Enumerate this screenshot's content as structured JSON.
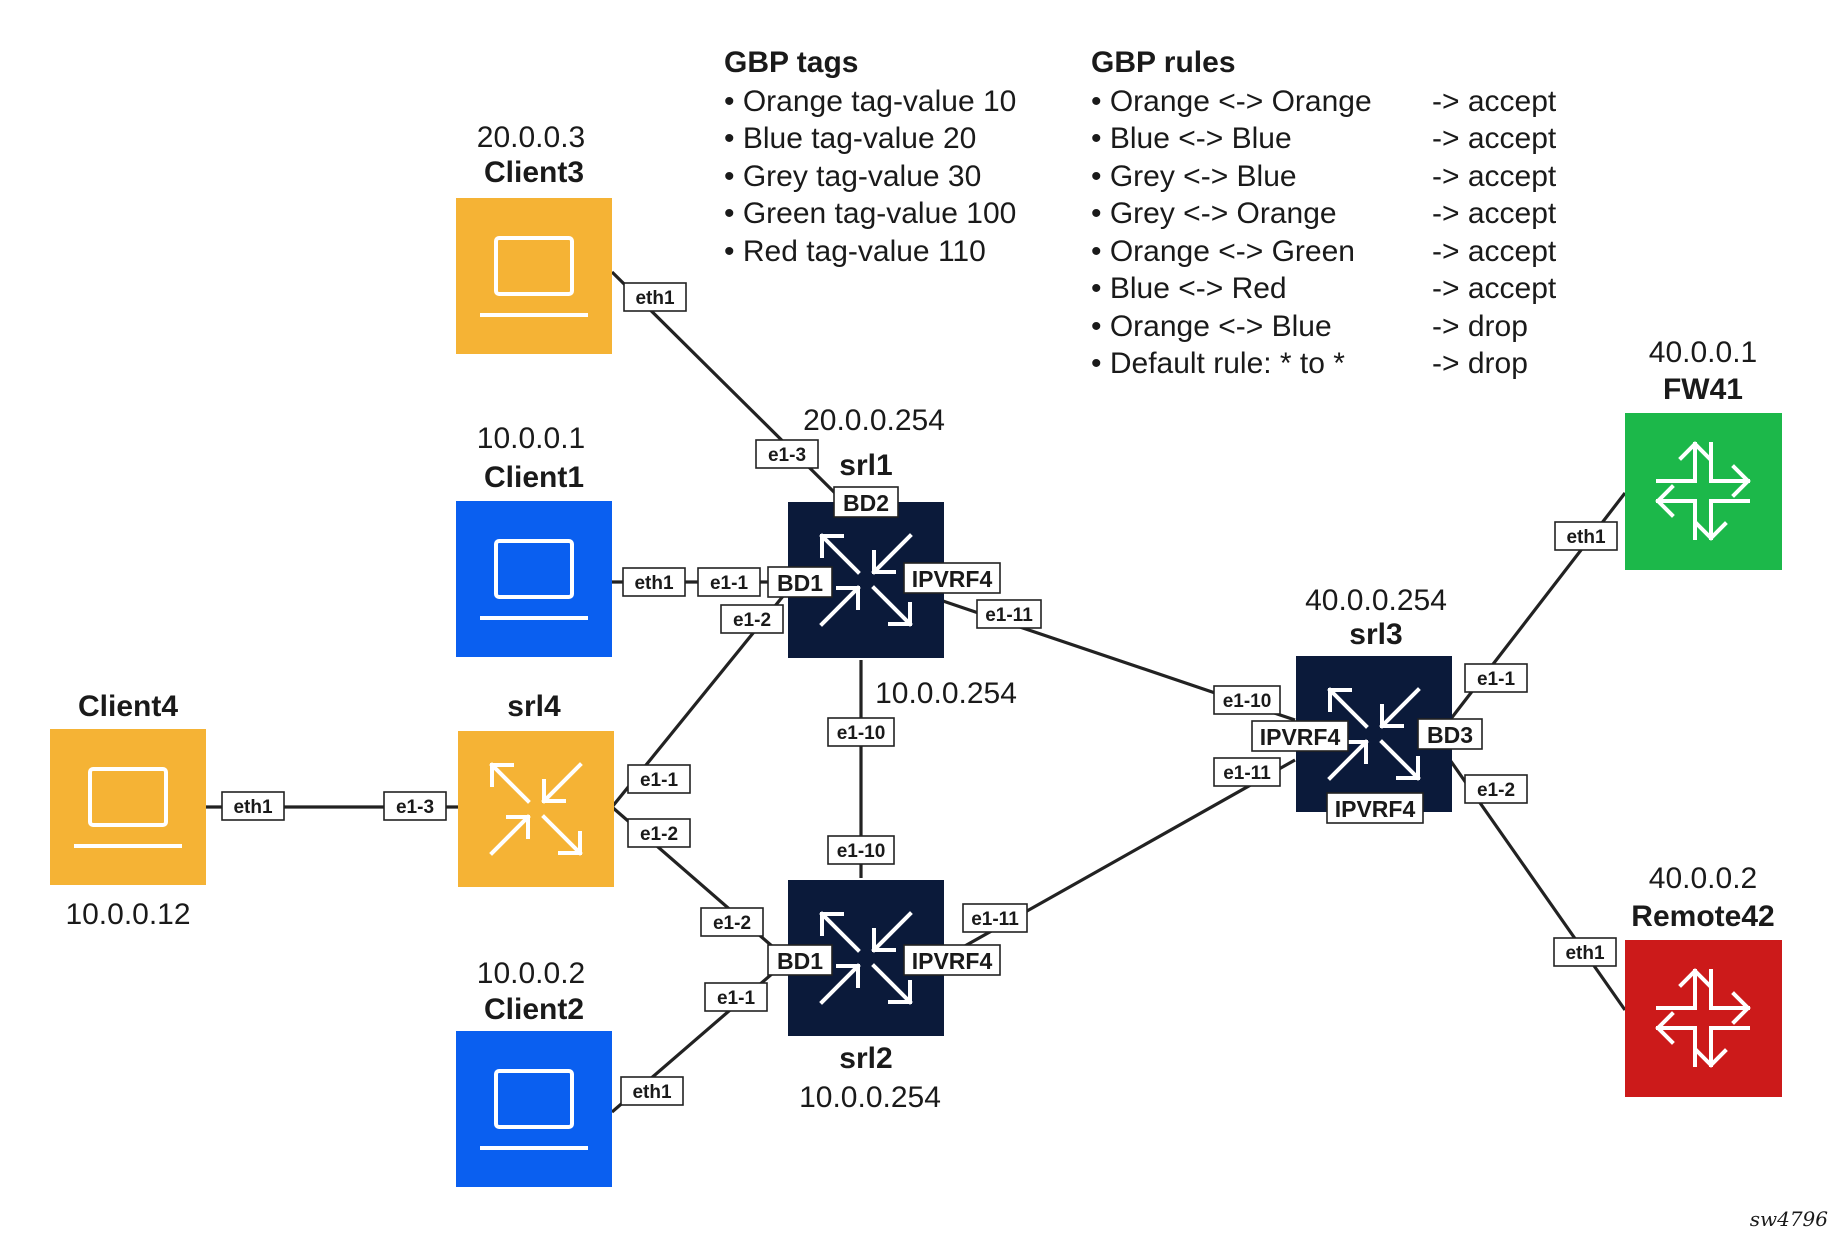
{
  "colors": {
    "orange": "#f5b335",
    "blue": "#0a5ff0",
    "navy": "#0b1a3a",
    "green": "#1cb84a",
    "red": "#cc1a1a"
  },
  "gbp_tags": {
    "title": "GBP tags",
    "items": [
      "• Orange tag-value 10",
      "• Blue tag-value 20",
      "• Grey tag-value 30",
      "• Green tag-value 100",
      "• Red tag-value 110"
    ]
  },
  "gbp_rules": {
    "title": "GBP rules",
    "rules": [
      {
        "match": "• Orange <-> Orange",
        "action": "-> accept"
      },
      {
        "match": "• Blue <-> Blue",
        "action": "-> accept"
      },
      {
        "match": "• Grey <-> Blue",
        "action": "-> accept"
      },
      {
        "match": "• Grey <-> Orange",
        "action": "-> accept"
      },
      {
        "match": "• Orange <-> Green",
        "action": "-> accept"
      },
      {
        "match": "• Blue <-> Red",
        "action": "-> accept"
      },
      {
        "match": "• Orange <-> Blue",
        "action": "-> drop"
      },
      {
        "match": "• Default rule: * to *",
        "action": "-> drop"
      }
    ]
  },
  "nodes": {
    "client3": {
      "name": "Client3",
      "ip": "20.0.0.3",
      "icon": "laptop-icon",
      "color": "orange"
    },
    "client1": {
      "name": "Client1",
      "ip": "10.0.0.1",
      "icon": "laptop-icon",
      "color": "blue"
    },
    "client2": {
      "name": "Client2",
      "ip": "10.0.0.2",
      "icon": "laptop-icon",
      "color": "blue"
    },
    "client4": {
      "name": "Client4",
      "ip": "10.0.0.12",
      "icon": "laptop-icon",
      "color": "orange"
    },
    "srl4": {
      "name": "srl4",
      "icon": "switch-icon",
      "color": "orange"
    },
    "srl1": {
      "name": "srl1",
      "ip": "20.0.0.254",
      "ip2": "10.0.0.254",
      "icon": "switch-icon",
      "color": "navy"
    },
    "srl2": {
      "name": "srl2",
      "ip": "10.0.0.254",
      "icon": "switch-icon",
      "color": "navy"
    },
    "srl3": {
      "name": "srl3",
      "ip": "40.0.0.254",
      "icon": "switch-icon",
      "color": "navy"
    },
    "fw41": {
      "name": "FW41",
      "ip": "40.0.0.1",
      "icon": "router-icon",
      "color": "green"
    },
    "remote42": {
      "name": "Remote42",
      "ip": "40.0.0.2",
      "icon": "router-icon",
      "color": "red"
    }
  },
  "ports": {
    "client3_eth1": "eth1",
    "srl1_e1_3": "e1-3",
    "client1_eth1": "eth1",
    "srl1_e1_1": "e1-1",
    "srl1_e1_2": "e1-2",
    "srl1_e1_11": "e1-11",
    "srl1_e1_10": "e1-10",
    "client4_eth1": "eth1",
    "srl4_e1_3": "e1-3",
    "srl4_e1_1": "e1-1",
    "srl4_e1_2": "e1-2",
    "srl2_e1_10": "e1-10",
    "srl2_e1_2": "e1-2",
    "srl2_e1_1": "e1-1",
    "srl2_e1_11": "e1-11",
    "client2_eth1": "eth1",
    "srl3_e1_10": "e1-10",
    "srl3_e1_11": "e1-11",
    "srl3_e1_1": "e1-1",
    "srl3_e1_2": "e1-2",
    "fw41_eth1": "eth1",
    "remote42_eth1": "eth1"
  },
  "instances": {
    "srl1_bd2": "BD2",
    "srl1_bd1": "BD1",
    "srl1_ipvrf4": "IPVRF4",
    "srl2_bd1": "BD1",
    "srl2_ipvrf4": "IPVRF4",
    "srl3_ipvrf4_left": "IPVRF4",
    "srl3_ipvrf4_bottom": "IPVRF4",
    "srl3_bd3": "BD3"
  },
  "figure_id": "sw4796"
}
